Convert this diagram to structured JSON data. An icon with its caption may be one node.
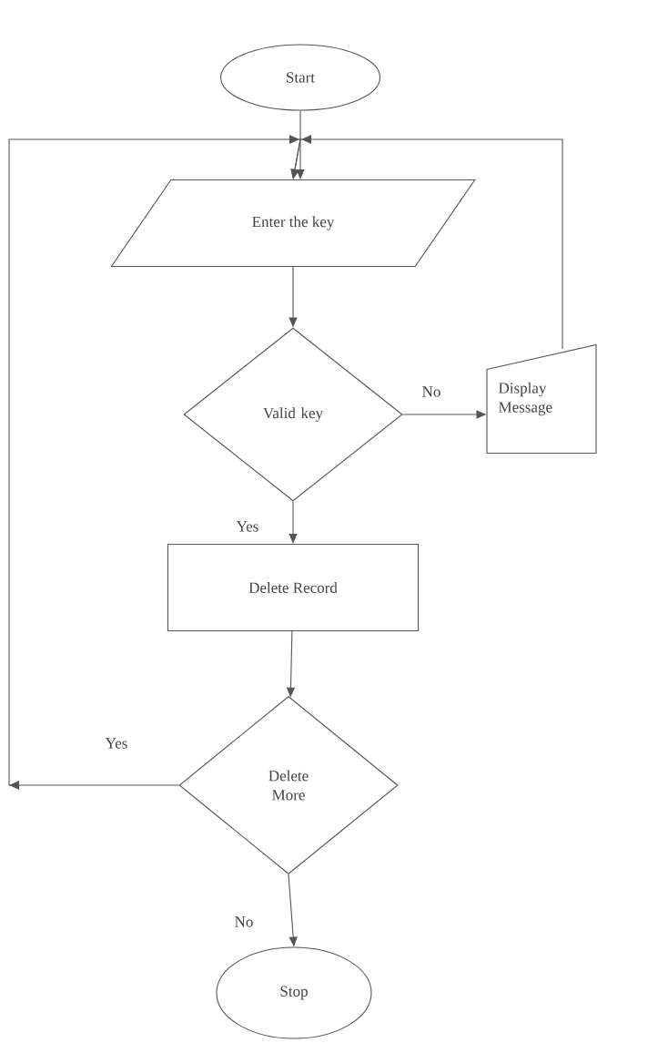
{
  "diagram": {
    "nodes": [
      {
        "text": [
          "Start"
        ]
      },
      {
        "text": [
          "Enter the key"
        ]
      },
      {
        "text": [
          "Valid key"
        ]
      },
      {
        "text": [
          "Display Message"
        ]
      },
      {
        "text": [
          "Delete Record"
        ]
      },
      {
        "text": [
          "Delete More"
        ]
      },
      {
        "text": [
          "Stop"
        ]
      }
    ],
    "edges": [
      {
        "from": 0,
        "to": 1,
        "arrow": "to"
      },
      {
        "from": 1,
        "to": 2,
        "arrow": "to"
      },
      {
        "from": 2,
        "to": 3,
        "arrow": "to",
        "label": "No"
      },
      {
        "from": 2,
        "to": 4,
        "arrow": "to",
        "label": "Yes"
      },
      {
        "from": 3,
        "to": 1,
        "arrow": "to"
      },
      {
        "from": 4,
        "to": 5,
        "arrow": "to"
      },
      {
        "from": 5,
        "to": 1,
        "arrow": "to",
        "label": "Yes"
      },
      {
        "from": 5,
        "to": 6,
        "arrow": "to",
        "label": "No"
      }
    ]
  }
}
